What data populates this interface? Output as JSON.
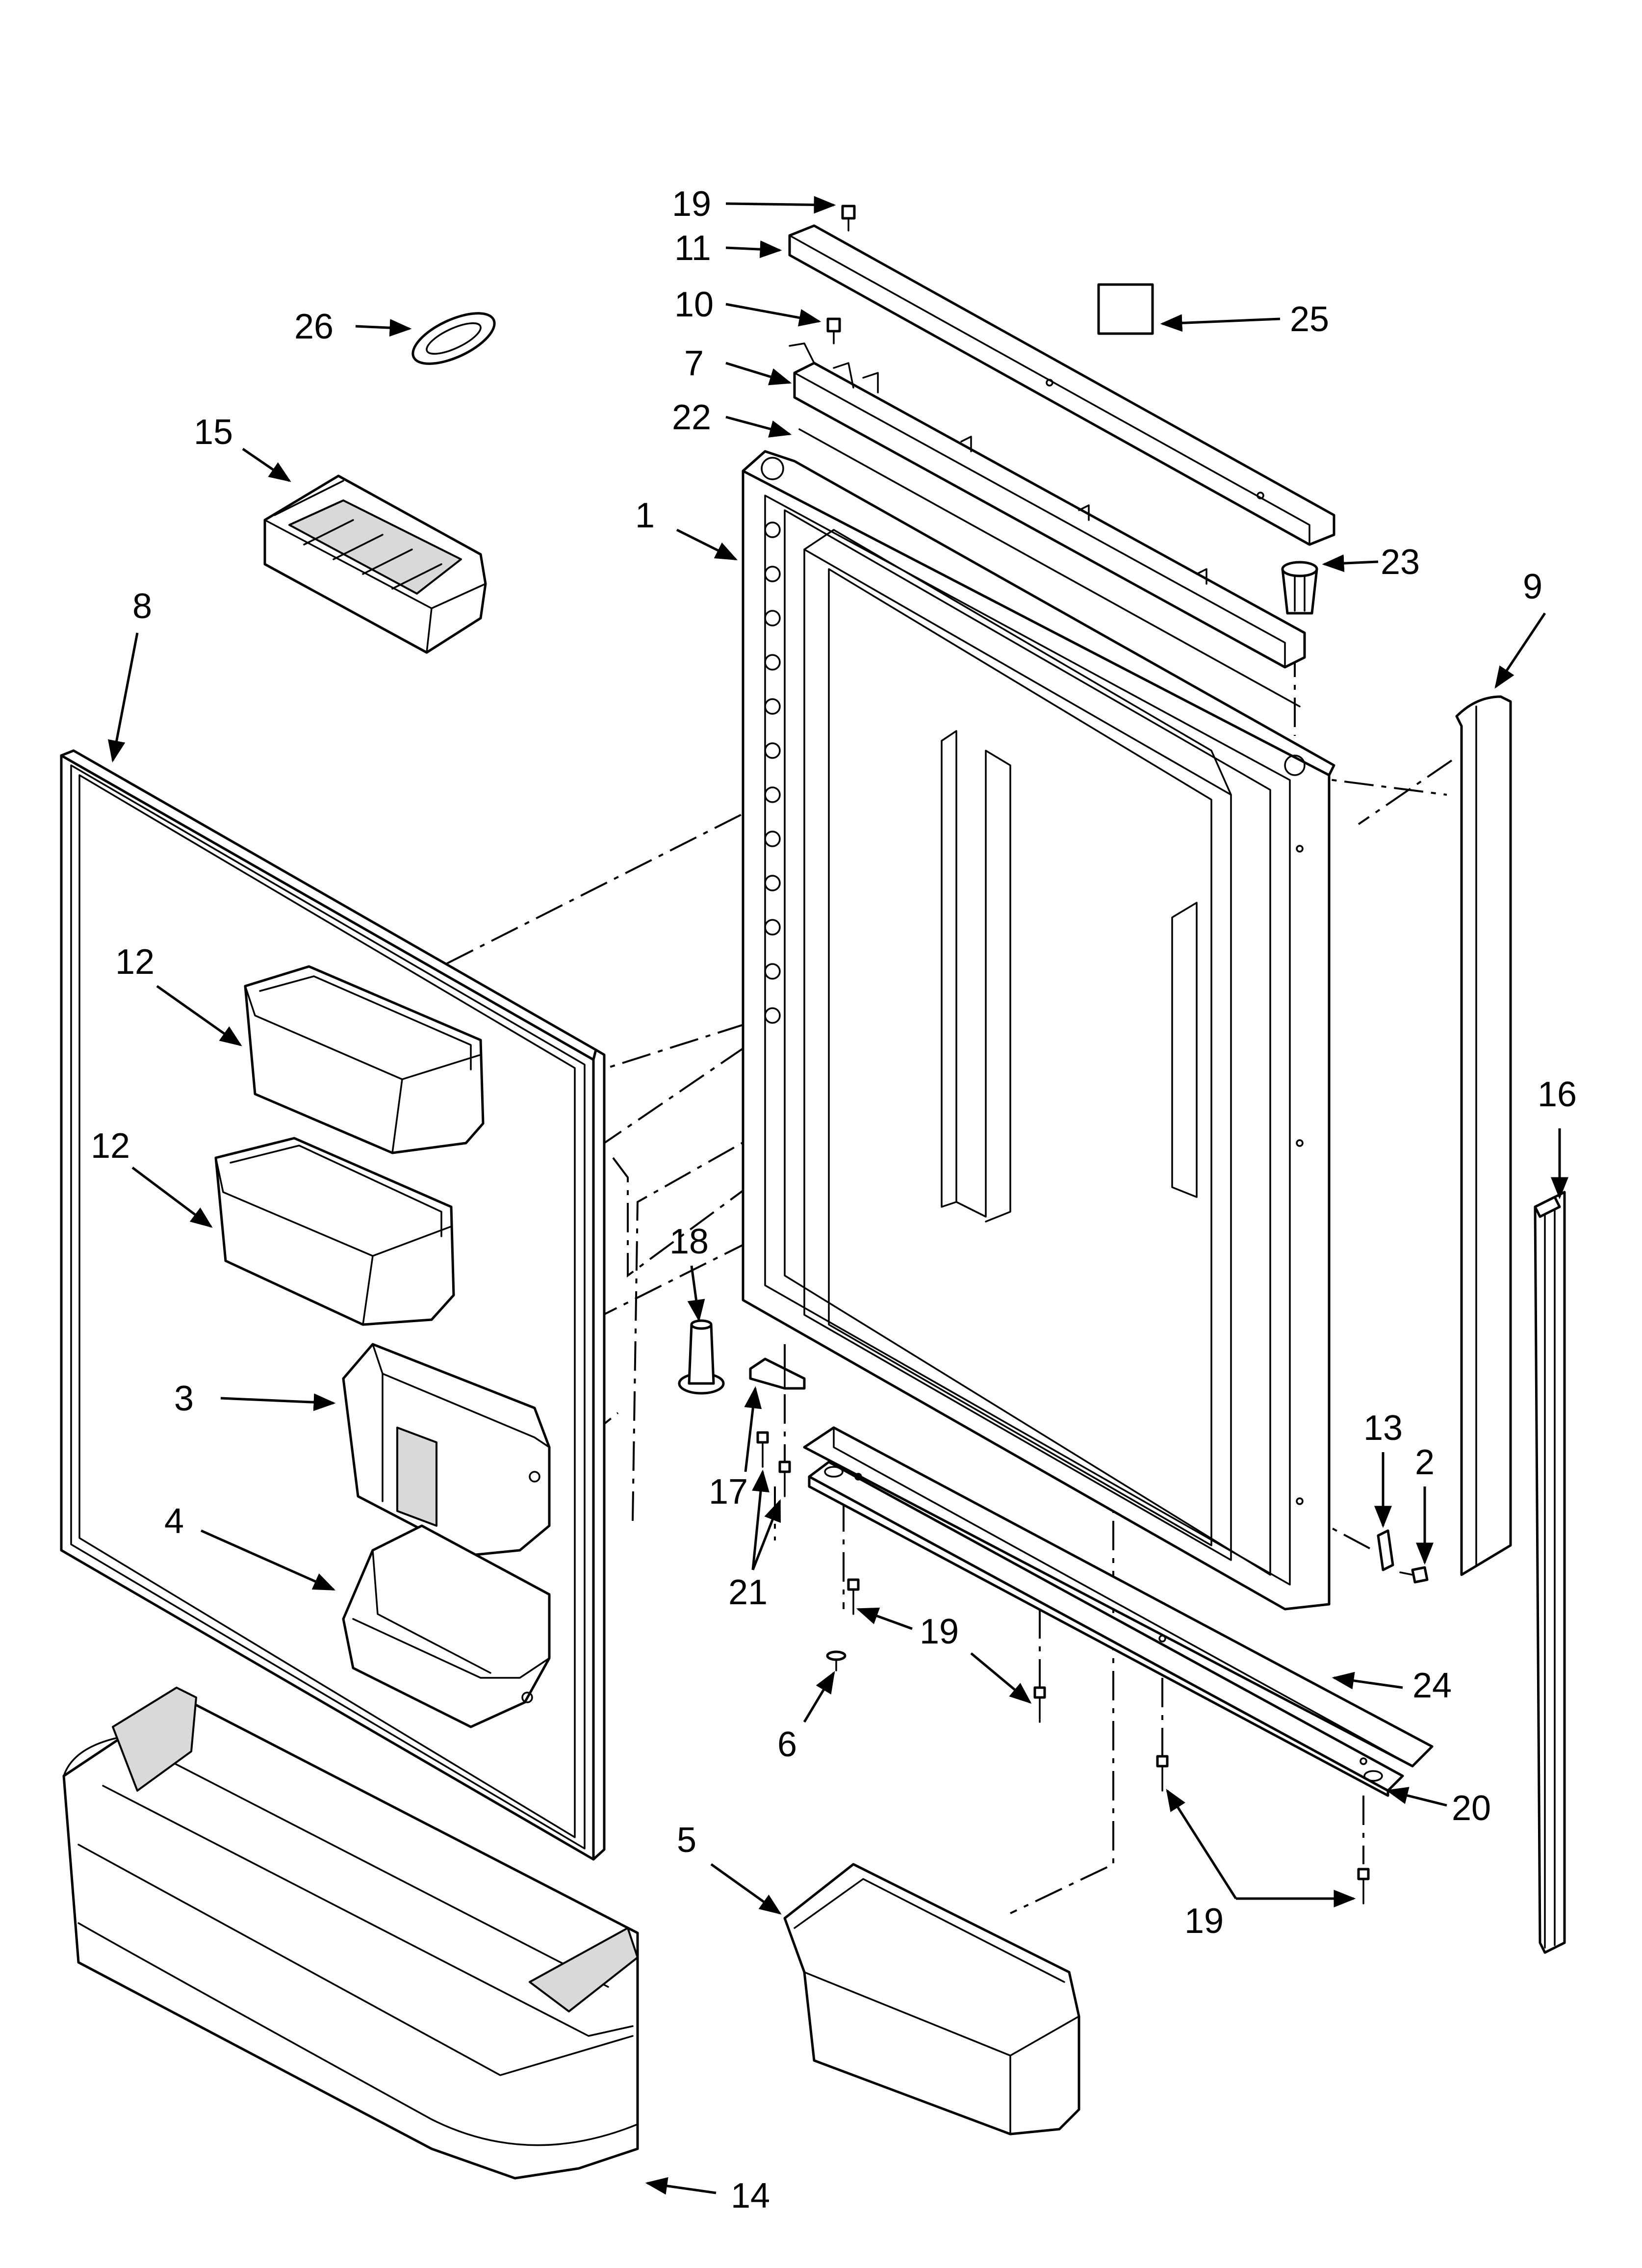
{
  "diagram": {
    "callouts": [
      {
        "id": "c19a",
        "text": "19"
      },
      {
        "id": "c11",
        "text": "11"
      },
      {
        "id": "c10",
        "text": "10"
      },
      {
        "id": "c7",
        "text": "7"
      },
      {
        "id": "c22",
        "text": "22"
      },
      {
        "id": "c26",
        "text": "26"
      },
      {
        "id": "c25",
        "text": "25"
      },
      {
        "id": "c15",
        "text": "15"
      },
      {
        "id": "c1",
        "text": "1"
      },
      {
        "id": "c23",
        "text": "23"
      },
      {
        "id": "c9",
        "text": "9"
      },
      {
        "id": "c8",
        "text": "8"
      },
      {
        "id": "c12a",
        "text": "12"
      },
      {
        "id": "c12b",
        "text": "12"
      },
      {
        "id": "c16",
        "text": "16"
      },
      {
        "id": "c18",
        "text": "18"
      },
      {
        "id": "c3",
        "text": "3"
      },
      {
        "id": "c13",
        "text": "13"
      },
      {
        "id": "c2",
        "text": "2"
      },
      {
        "id": "c17",
        "text": "17"
      },
      {
        "id": "c4",
        "text": "4"
      },
      {
        "id": "c21",
        "text": "21"
      },
      {
        "id": "c19b",
        "text": "19"
      },
      {
        "id": "c24",
        "text": "24"
      },
      {
        "id": "c6",
        "text": "6"
      },
      {
        "id": "c20",
        "text": "20"
      },
      {
        "id": "c5",
        "text": "5"
      },
      {
        "id": "c19c",
        "text": "19"
      },
      {
        "id": "c14",
        "text": "14"
      }
    ]
  }
}
